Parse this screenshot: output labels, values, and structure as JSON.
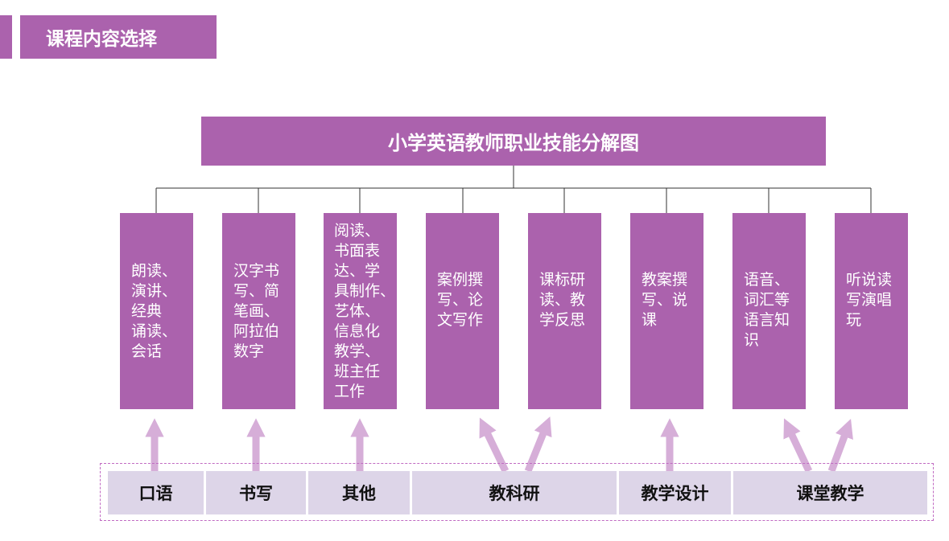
{
  "header": {
    "title": "课程内容选择"
  },
  "diagram": {
    "title": "小学英语教师职业技能分解图",
    "skills": [
      {
        "text": "朗读、\n演讲、\n经典\n诵读、\n会话"
      },
      {
        "text": "汉字书\n写、简\n笔画、\n阿拉伯\n数字"
      },
      {
        "text": "阅读、\n书面表\n达、学\n具制作、\n艺体、\n信息化\n教学、\n班主任\n工作"
      },
      {
        "text": "案例撰\n写、论\n文写作"
      },
      {
        "text": "课标研\n读、教\n学反思"
      },
      {
        "text": "教案撰\n写、说\n课"
      },
      {
        "text": "语音、\n词汇等\n语言知\n识"
      },
      {
        "text": "听说读\n写演唱\n玩"
      }
    ],
    "categories": [
      {
        "label": "口语"
      },
      {
        "label": "书写"
      },
      {
        "label": "其他"
      },
      {
        "label": "教科研"
      },
      {
        "label": "教学设计"
      },
      {
        "label": "课堂教学"
      }
    ],
    "colors": {
      "box_fill": "#ab62ad",
      "arrow": "#d6aed8",
      "category_fill": "#ddd5e8",
      "connector": "#333333"
    }
  }
}
